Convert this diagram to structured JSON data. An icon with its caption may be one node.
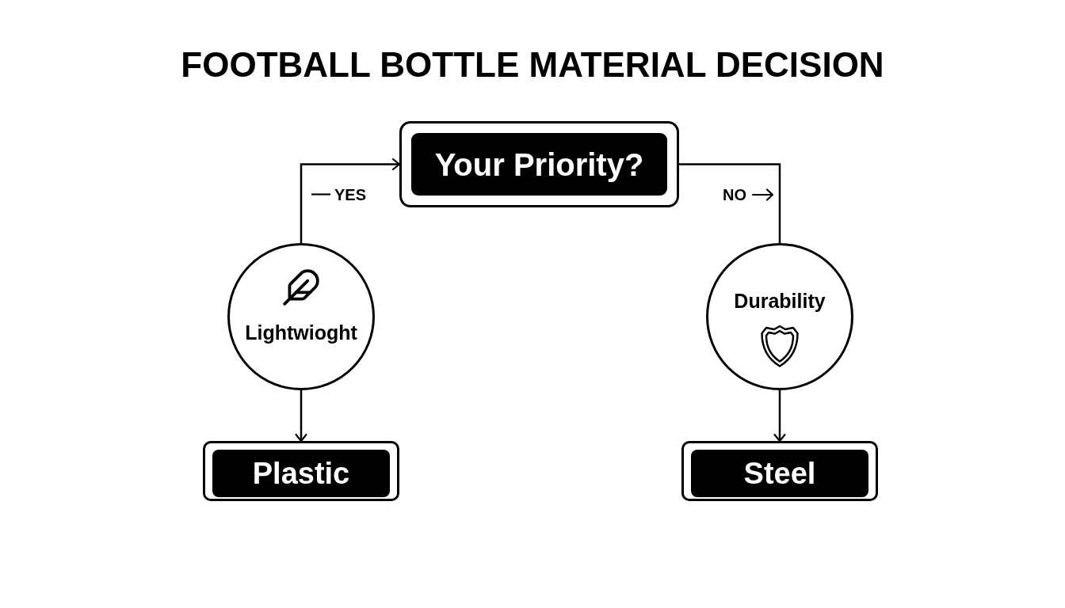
{
  "diagram": {
    "title": "FOOTBALL BOTTLE MATERIAL DECISION",
    "nodes": [
      {
        "text": [
          "Your Priority?"
        ]
      },
      {
        "text": [
          "Lightwioght"
        ]
      },
      {
        "text": [
          "Durability"
        ]
      },
      {
        "text": [
          "Plastic"
        ]
      },
      {
        "text": [
          "Steel"
        ]
      }
    ],
    "edges": [
      {
        "from": 1,
        "to": 0,
        "arrow": "to",
        "label": "YES"
      },
      {
        "from": 0,
        "to": 2,
        "arrow": "none",
        "label": "NO"
      },
      {
        "from": 1,
        "to": 3,
        "arrow": "to"
      },
      {
        "from": 2,
        "to": 4,
        "arrow": "to"
      }
    ]
  }
}
